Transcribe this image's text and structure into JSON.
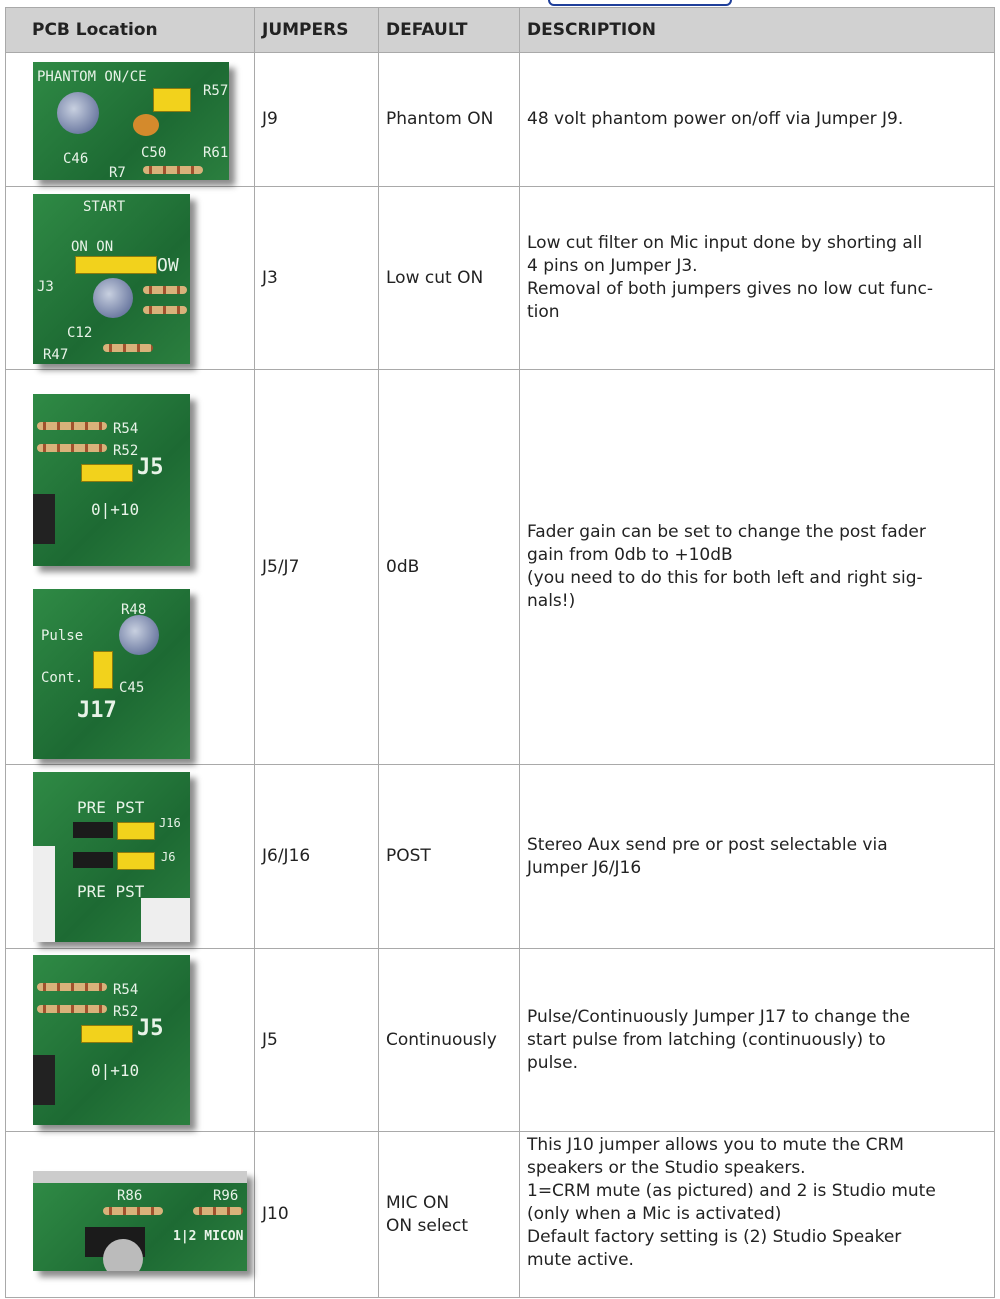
{
  "headers": [
    "PCB Location",
    "JUMPERS",
    "DEFAULT",
    "DESCRIPTION"
  ],
  "rows": [
    {
      "jumper": "J9",
      "default": "Phantom ON",
      "description": [
        "48 volt phantom power on/off via Jumper J9."
      ],
      "pcb_labels": [
        "PHANTOM ON/CE",
        "R57",
        "C46",
        "C50",
        "R61",
        "R7"
      ]
    },
    {
      "jumper": "J3",
      "default": "Low cut ON",
      "description": [
        "Low cut filter on Mic input done by shorting all",
        "4 pins on Jumper J3.",
        "Removal of both jumpers gives no low cut func-",
        "tion"
      ],
      "pcb_labels": [
        "START",
        "ON  ON",
        "OW",
        "J3",
        "C12",
        "R47"
      ]
    },
    {
      "jumper": "J5/J7",
      "default": "0dB",
      "description": [
        "Fader gain can be set to change the post fader",
        "gain from 0db to +10dB",
        "(you need to do this for both left and right sig-",
        "nals!)"
      ],
      "pcb_labels": [
        "R54",
        "R52",
        "J5",
        "0|+10",
        "Pulse",
        "Cont.",
        "C45",
        "J17",
        "R48"
      ]
    },
    {
      "jumper": "J6/J16",
      "default": "POST",
      "description": [
        "Stereo Aux send pre or post selectable via",
        "Jumper J6/J16"
      ],
      "pcb_labels": [
        "PRE  PST",
        "J16",
        "J6",
        "PRE  PST"
      ]
    },
    {
      "jumper": "J5",
      "default": "Continuously",
      "description": [
        "Pulse/Continuously Jumper J17 to change the",
        "start pulse from latching (continuously) to",
        "pulse."
      ],
      "pcb_labels": [
        "R54",
        "R52",
        "J5",
        "0|+10"
      ]
    },
    {
      "jumper": "J10",
      "default": "MIC ON\nON select",
      "default_lines": [
        "MIC ON",
        "ON select"
      ],
      "description": [
        "This J10 jumper allows you to mute the CRM",
        "speakers or the Studio speakers.",
        "1=CRM mute (as pictured) and 2 is Studio mute",
        "(only when a Mic is activated)",
        "Default factory setting is (2) Studio Speaker",
        "mute active."
      ],
      "pcb_labels": [
        "R86",
        "R96",
        "1|2 MICON"
      ]
    }
  ]
}
